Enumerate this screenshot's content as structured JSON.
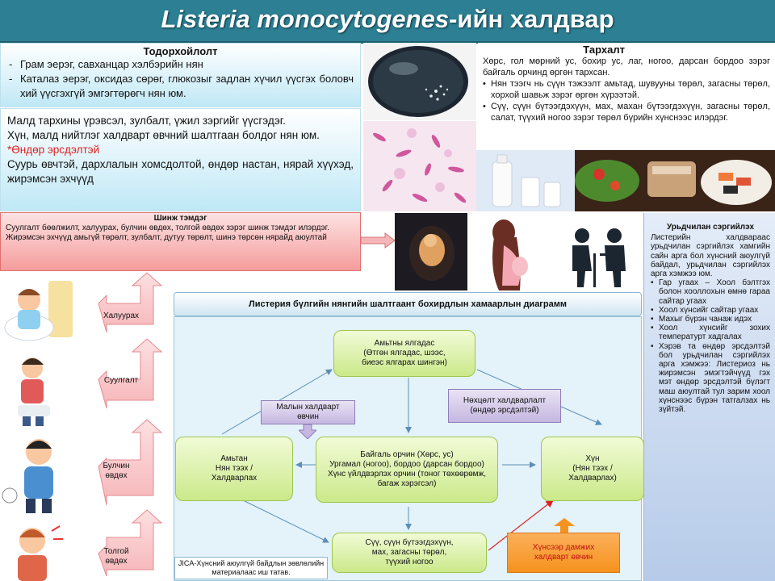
{
  "title": {
    "latin": "Listeria monocytogenes",
    "suffix": "-ийн халдвар"
  },
  "definition": {
    "heading": "Тодорхойлолт",
    "items": [
      "Грам эерэг, савханцар хэлбэрийн нян",
      "Каталаз эерэг, оксидаз сөрөг, глюкозыг задлан хүчил үүсгэх боловч хий үүсгэхгүй эмгэгтөрөгч нян юм."
    ]
  },
  "disease": {
    "line1": "Малд тархины үрэвсэл, зулбалт, үжил зэргийг үүсгэдэг.",
    "line2": "Хүн, малд нийтлэг халдварт өвчний шалтгаан болдог нян юм.",
    "risk": "*Өндөр эрсдэлтэй",
    "line3": "Суурь өвчтэй, дархлалын хомсдолтой, өндөр настан, нярай хүүхэд, жирэмсэн эхчүүд"
  },
  "spread": {
    "heading": "Тархалт",
    "intro": "Хөрс, гол мөрний ус, бохир ус, лаг, ногоо, дарсан бордоо зэрэг байгаль орчинд өргөн тархсан.",
    "bullets": [
      "Нян тээгч нь сүүн тэжээлт амьтад, шувууны төрөл, загасны төрөл, хорхой шавьж зэрэг өргөн хүрээтэй.",
      "Сүү, сүүн бүтээгдэхүүн, мах, махан бүтээгдэхүүн, загасны төрөл, салат, түүхий ногоо зэрэг төрөл бүрийн хүнснээс илэрдэг."
    ]
  },
  "symptoms": {
    "heading": "Шинж тэмдэг",
    "text1": "Суулгалт бөөлжилт, халуурах, булчин өвдөх, толгой өвдөх  зэрэг шинж тэмдэг илэрдэг.",
    "text2": "Жирэмсэн эхчүүд амьгүй төрөлт, зулбалт, дутуу төрөлт, шинэ төрсөн нярайд аюултай"
  },
  "symptom_arrows": [
    "Халуурах",
    "Суулгалт",
    "Булчин өвдөх",
    "Толгой өвдөх"
  ],
  "prevention": {
    "heading": "Урьдчилан сэргийлэх",
    "intro": "Листерийн халдвараас урьдчилан сэргийлэх хамгийн сайн арга бол хүнсний аюулгүй байдал, урьдчилан сэргийлэх арга хэмжээ юм.",
    "bullets": [
      "Гар угаах – Хоол бэлтгэх болон хооллохын өмнө гараа сайтар угаах",
      "Хоол хүнсийг сайтар угаах",
      "Махыг бүрэн чанаж идэх",
      "Хоол хүнсийг зохих температурт хадгалах",
      "Хэрэв та өндөр эрсдэлтэй бол урьдчилан сэргийлэх арга хэмжээ: Листериоз нь жирэмсэн эмэгтэйчүүд гэх мэт өндөр эрсдэлтэй бүлэгт маш аюултай тул зарим хоол хүнснээс бүрэн татгалзах нь зүйтэй."
    ]
  },
  "diagram": {
    "title": "Листерия бүлгийн нянгийн шалтгаант бохирдлын хамаарлын диаграмм",
    "feces": "Амьтны ялгадас\n(Өтгөн ялгадас, шээс,\nбиеэс ялгарах шингэн)",
    "animal": "Амьтан\nНян тээх /\nХалдварлах",
    "environment": "Байгаль орчин (Хөрс, ус)\nУргамал (ногоо), бордоо (дарсан бордоо)\nХүнс үйлдвэрлэх орчин (тоног төхөөрөмж, багаж хэрэгсэл)",
    "human": "Хүн\n(Нян тээх /\nХалдварлах)",
    "food": "Сүү, сүүн бүтээгдэхүүн,\nмах, загасны төрөл,\nтүүхий ногоо",
    "livestock_infection": "Малын халдварт\nөвчин",
    "nosocomial": "Нөхцөлт халдварлалт\n(өндөр эрсдэлтэй)",
    "foodborne": "Хүнсээр дамжих\nхалдварт өвчин"
  },
  "source": "JICA-Хүнсний аюулгүй байдлын зөвлөлийн материалаас иш татав.",
  "colors": {
    "title_bg": "#2d7f93",
    "symptom_bg": "#f59c9c",
    "prevention_bg": "#c9d8ef",
    "food_box": "#f6921e",
    "arrow_pink": "#f6b6b9"
  }
}
